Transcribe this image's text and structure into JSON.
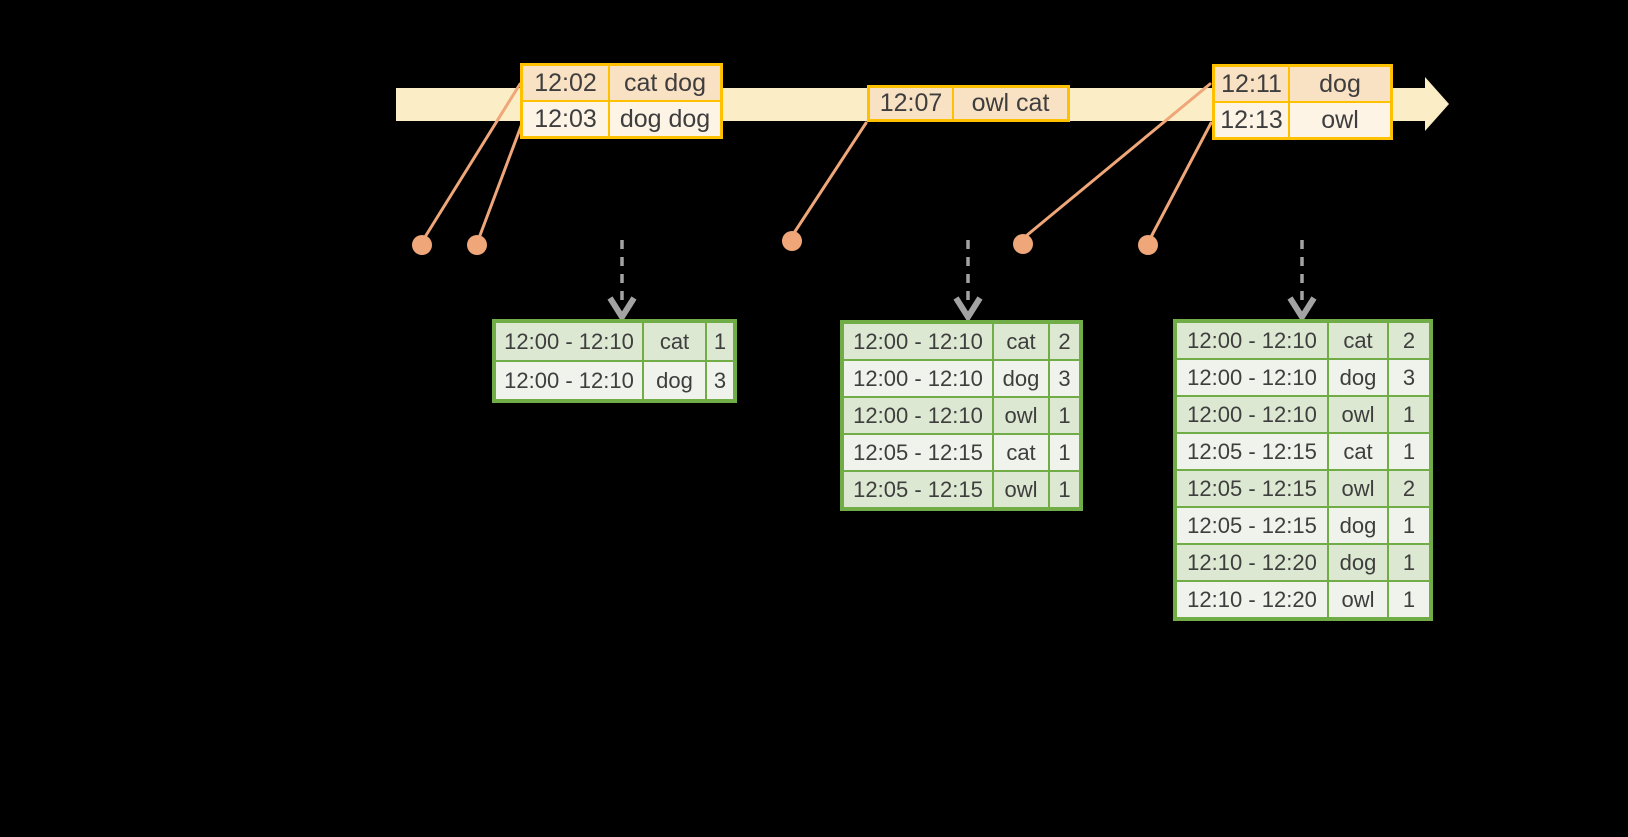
{
  "colors": {
    "background": "#000000",
    "timeline": "#FBEDC5",
    "event_border": "#FFC000",
    "event_row_dark": "#F9E1C3",
    "event_row_light": "#FDF4E6",
    "marker": "#EFA679",
    "result_border": "#70AD47",
    "result_row_dark": "#DDE8D2",
    "result_row_light": "#EFF3EB",
    "trigger_arrow": "#A3A3A3",
    "cell_text": "#3E3E3E"
  },
  "event_tables": [
    {
      "rows": [
        {
          "time": "12:02",
          "words": "cat dog"
        },
        {
          "time": "12:03",
          "words": "dog dog"
        }
      ]
    },
    {
      "rows": [
        {
          "time": "12:07",
          "words": "owl cat"
        }
      ]
    },
    {
      "rows": [
        {
          "time": "12:11",
          "words": "dog"
        },
        {
          "time": "12:13",
          "words": "owl"
        }
      ]
    }
  ],
  "result_tables": [
    {
      "rows": [
        {
          "window": "12:00 - 12:10",
          "word": "cat",
          "count": "1"
        },
        {
          "window": "12:00 - 12:10",
          "word": "dog",
          "count": "3"
        }
      ]
    },
    {
      "rows": [
        {
          "window": "12:00 - 12:10",
          "word": "cat",
          "count": "2"
        },
        {
          "window": "12:00 - 12:10",
          "word": "dog",
          "count": "3"
        },
        {
          "window": "12:00 - 12:10",
          "word": "owl",
          "count": "1"
        },
        {
          "window": "12:05 - 12:15",
          "word": "cat",
          "count": "1"
        },
        {
          "window": "12:05 - 12:15",
          "word": "owl",
          "count": "1"
        }
      ]
    },
    {
      "rows": [
        {
          "window": "12:00 - 12:10",
          "word": "cat",
          "count": "2"
        },
        {
          "window": "12:00 - 12:10",
          "word": "dog",
          "count": "3"
        },
        {
          "window": "12:00 - 12:10",
          "word": "owl",
          "count": "1"
        },
        {
          "window": "12:05 - 12:15",
          "word": "cat",
          "count": "1"
        },
        {
          "window": "12:05 - 12:15",
          "word": "owl",
          "count": "2"
        },
        {
          "window": "12:05 - 12:15",
          "word": "dog",
          "count": "1"
        },
        {
          "window": "12:10 - 12:20",
          "word": "dog",
          "count": "1"
        },
        {
          "window": "12:10 - 12:20",
          "word": "owl",
          "count": "1"
        }
      ]
    }
  ]
}
